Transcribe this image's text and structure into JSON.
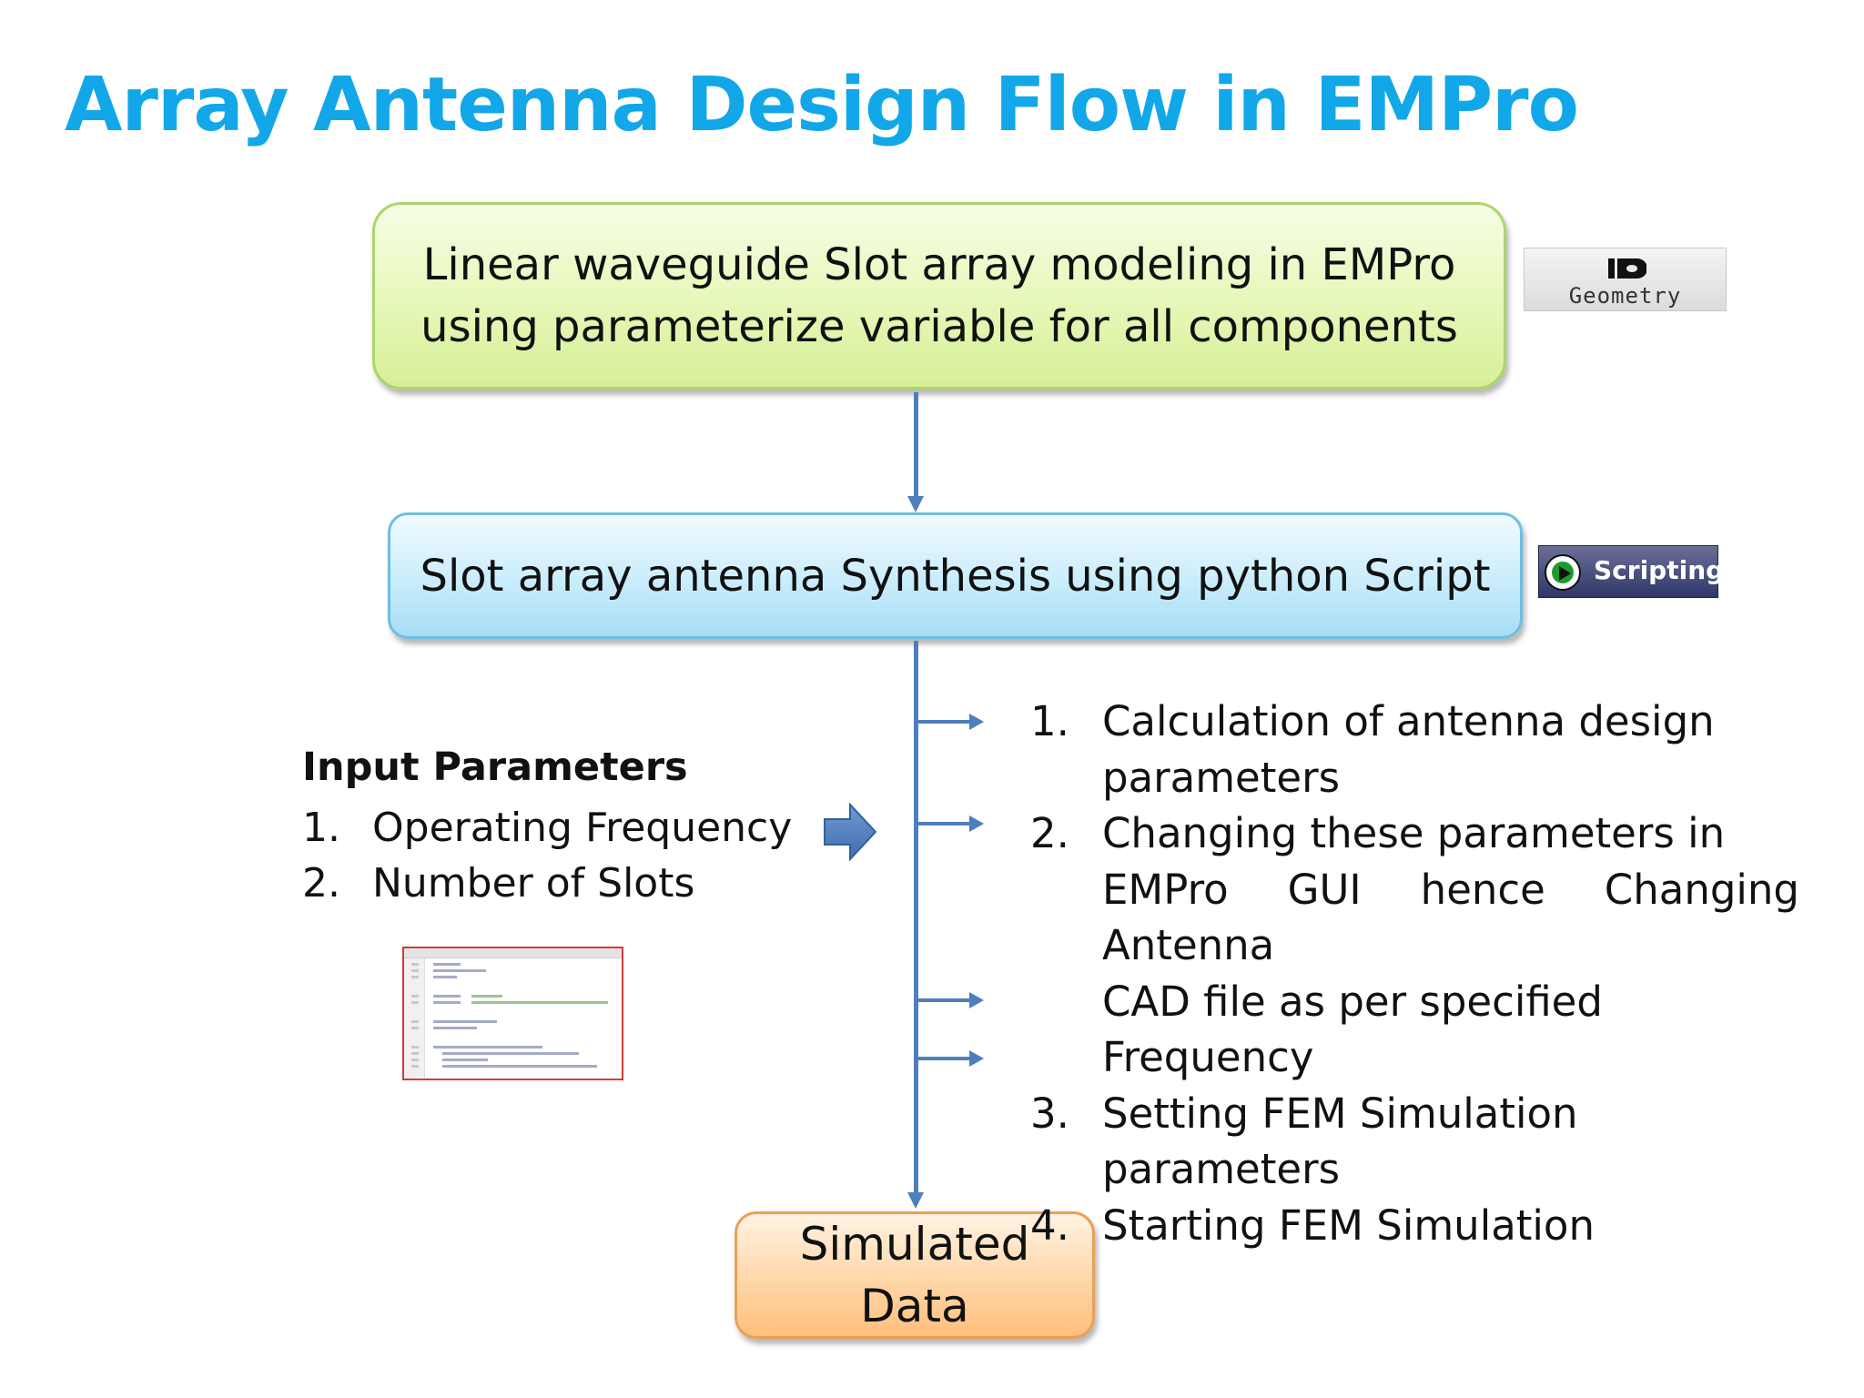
{
  "title": "Array Antenna Design Flow in EMPro",
  "boxes": {
    "geometry_line1": "Linear waveguide Slot array modeling in EMPro",
    "geometry_line2": "using  parameterize variable for all components",
    "scripting": "Slot array antenna Synthesis using python Script",
    "output_line1": "Simulated",
    "output_line2": "Data"
  },
  "toolbar_buttons": {
    "geometry": {
      "label": "Geometry",
      "icon": "geometry-icon"
    },
    "scripting": {
      "label": "Scripting",
      "icon": "play-icon"
    }
  },
  "input_parameters": {
    "heading": "Input Parameters",
    "items": [
      {
        "num": "1.",
        "text": "Operating Frequency"
      },
      {
        "num": "2.",
        "text": "Number of Slots"
      }
    ]
  },
  "steps": [
    {
      "num": "1.",
      "lines": [
        "Calculation of antenna design",
        "parameters"
      ]
    },
    {
      "num": "2.",
      "lines": [
        "Changing these parameters in",
        "EMPro GUI hence Changing Antenna",
        "CAD file as per specified Frequency"
      ]
    },
    {
      "num": "3.",
      "lines": [
        "Setting FEM Simulation parameters"
      ]
    },
    {
      "num": "4.",
      "lines": [
        "Starting FEM Simulation"
      ]
    }
  ],
  "colors": {
    "title": "#12a7e8",
    "connector": "#4e7fbd",
    "geometry_box": "#e2f6ad",
    "scripting_box": "#c4ebfb",
    "output_box": "#ffcd94"
  }
}
